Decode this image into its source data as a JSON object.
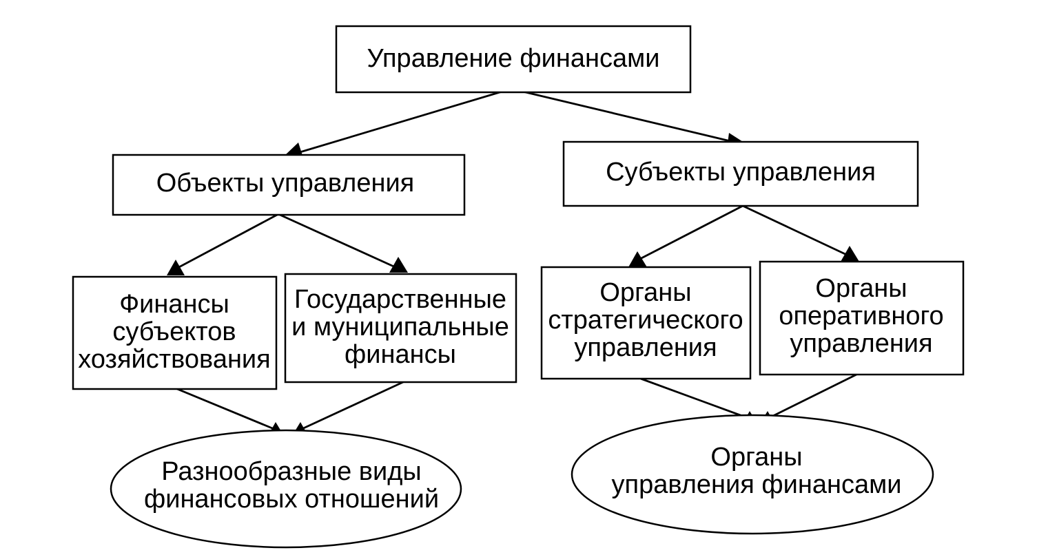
{
  "nodes": {
    "root": {
      "lines": [
        "Управление финансами"
      ]
    },
    "objects": {
      "lines": [
        "Объекты управления"
      ]
    },
    "subjects": {
      "lines": [
        "Субъекты управления"
      ]
    },
    "finance_entities": {
      "lines": [
        "Финансы",
        "субъектов",
        "хозяйствования"
      ]
    },
    "state_municipal": {
      "lines": [
        "Государственные",
        "и муниципальные",
        "финансы"
      ]
    },
    "strategic": {
      "lines": [
        "Органы",
        "стратегического",
        "управления"
      ]
    },
    "operational": {
      "lines": [
        "Органы",
        "оперативного",
        "управления"
      ]
    },
    "relations": {
      "lines": [
        "Разнообразные виды",
        "финансовых отношений"
      ]
    },
    "bodies": {
      "lines": [
        "Органы",
        "управления финансами"
      ]
    }
  },
  "colors": {
    "stroke": "#000000",
    "fill": "#ffffff"
  }
}
